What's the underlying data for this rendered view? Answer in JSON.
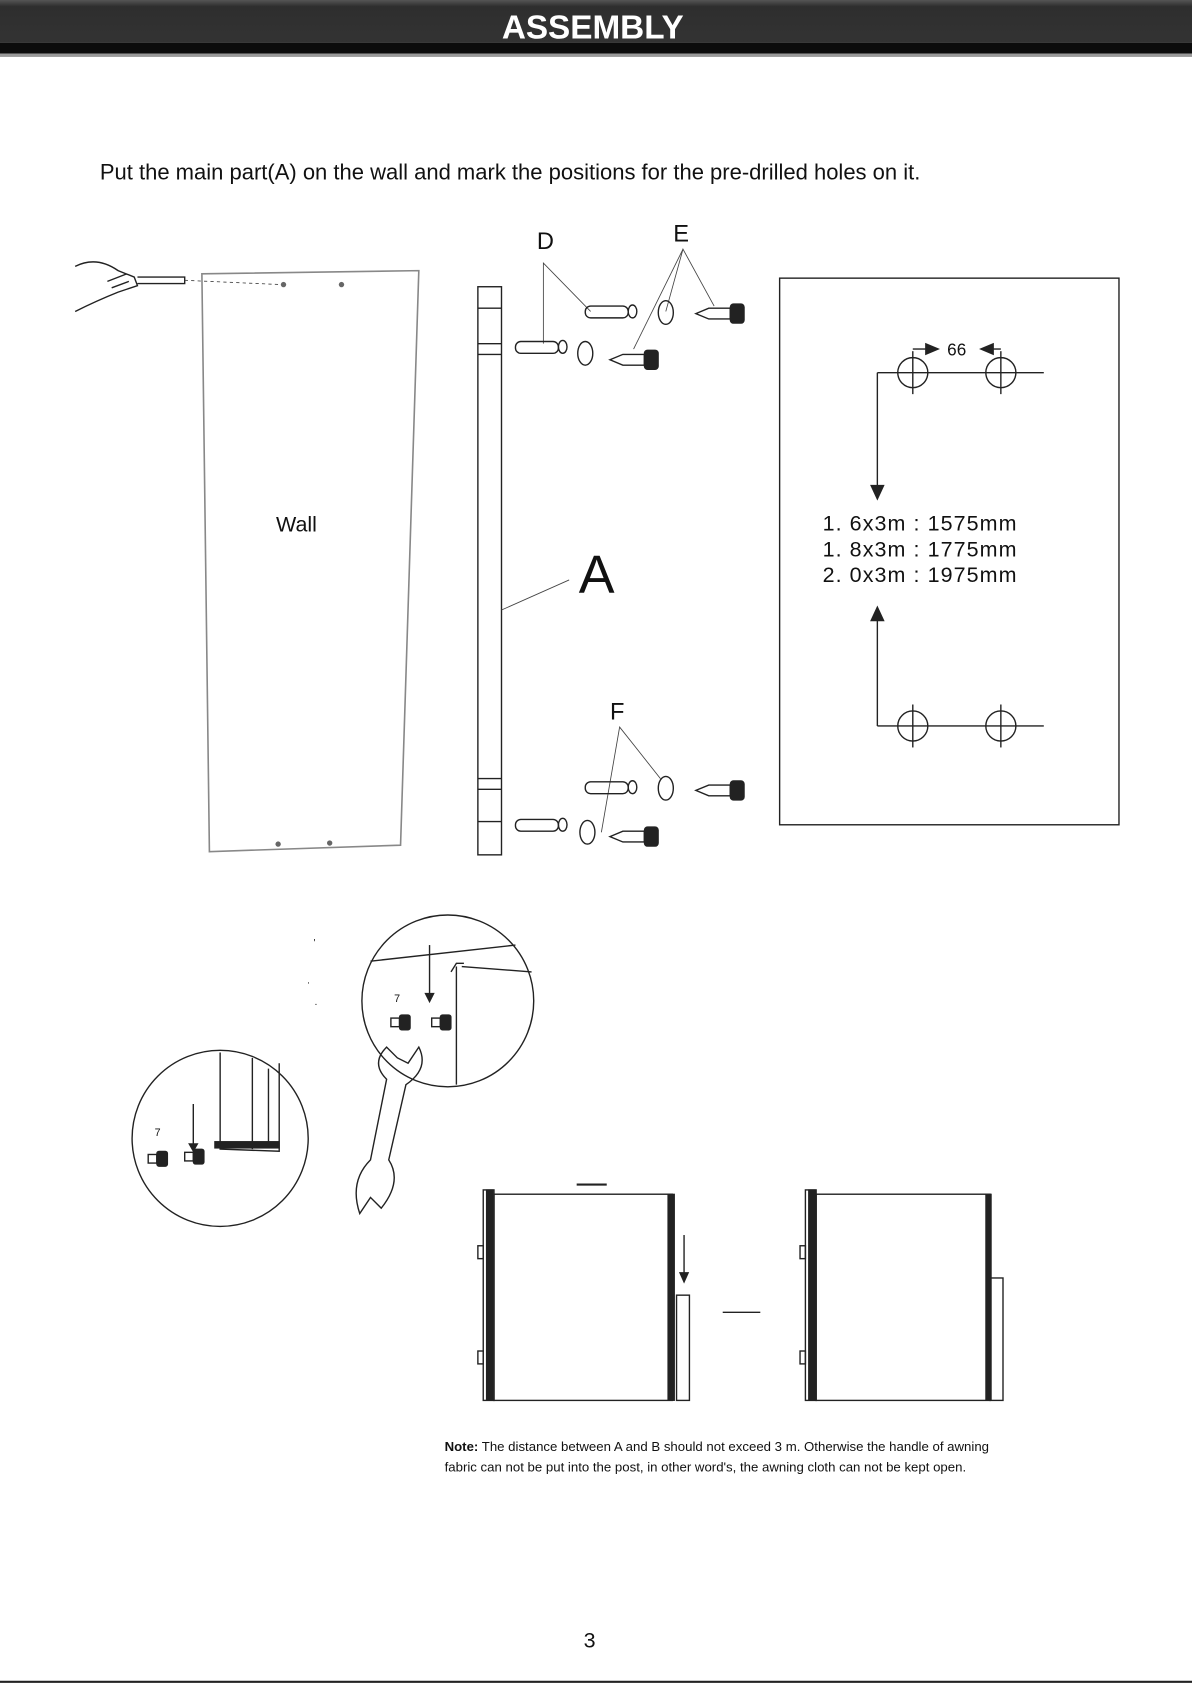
{
  "header": {
    "title": "ASSEMBLY"
  },
  "instruction": "Put the main part(A) on the wall and mark the positions for the pre-drilled holes on it.",
  "diagram": {
    "wall_label": "Wall",
    "part_a_label": "A",
    "part_d_label": "D",
    "part_e_label": "E",
    "part_f_label": "F",
    "spacing_label": "66",
    "dimensions": [
      "1. 6x3m : 1575mm",
      "1. 8x3m : 1775mm",
      "2. 0x3m : 1975mm"
    ],
    "wrench_size_1": "7",
    "wrench_size_2": "7"
  },
  "note": {
    "label": "Note:",
    "text": " The distance between A and B should not exceed 3 m. Otherwise the handle of awning fabric can not be put into the post, in other word's, the awning cloth can not be kept open."
  },
  "page_number": "3"
}
